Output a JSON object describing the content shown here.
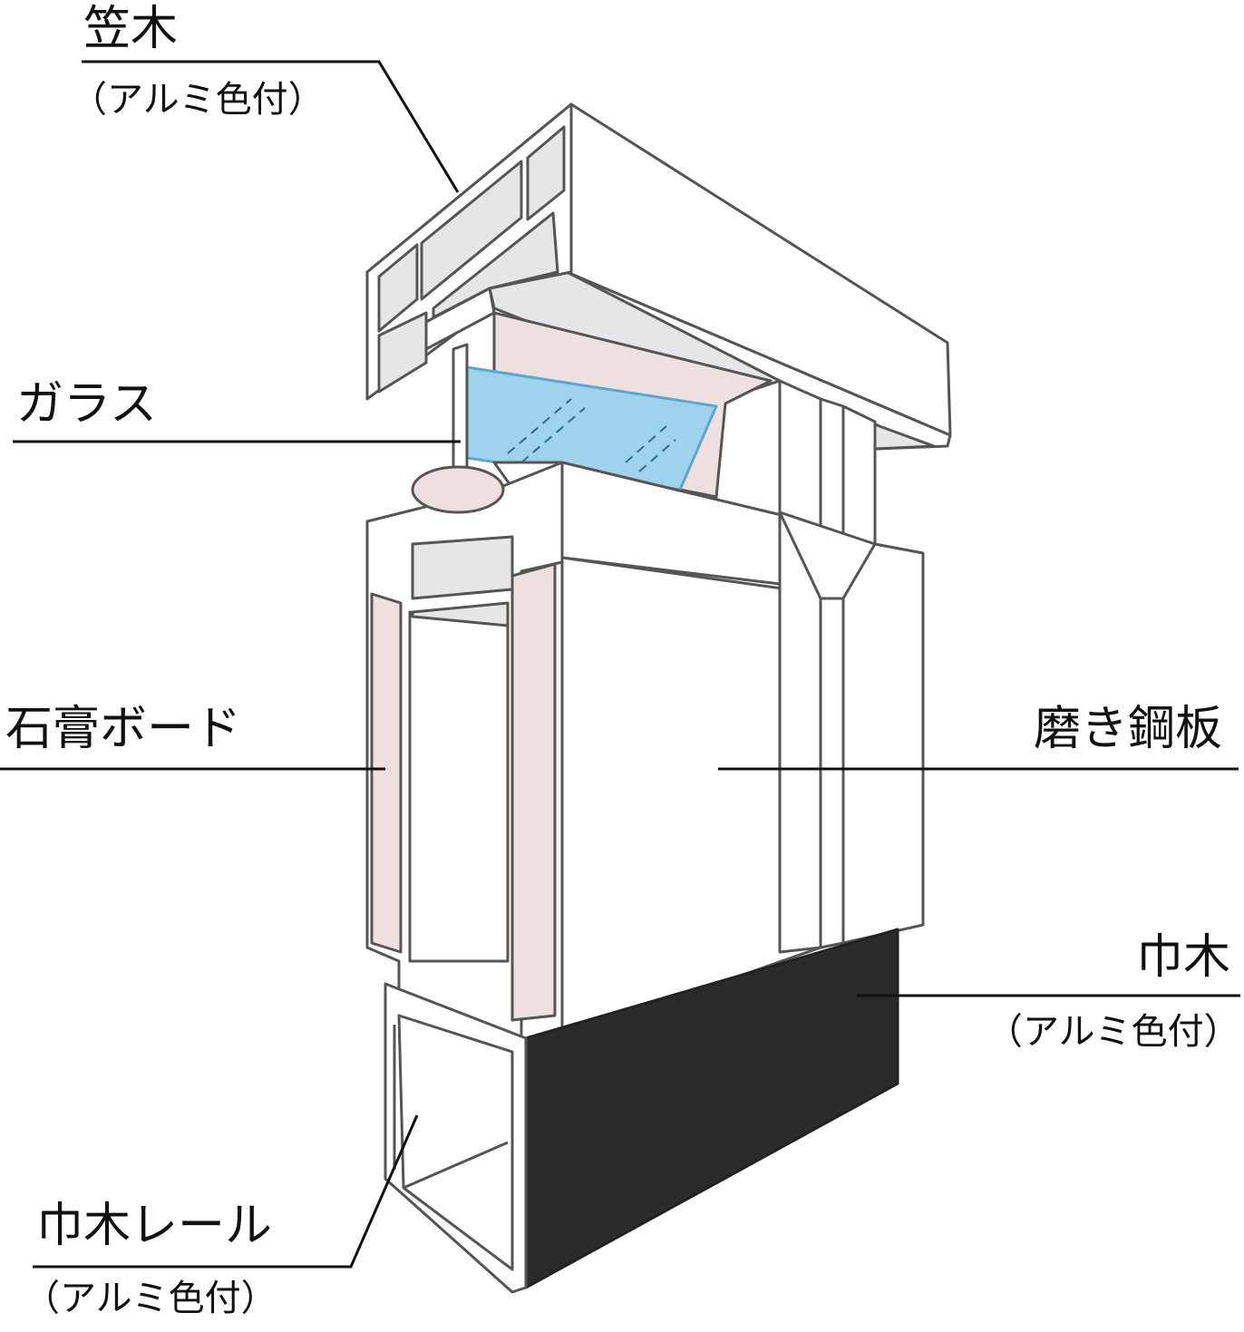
{
  "labels": {
    "kasagi": {
      "main": "笠木",
      "sub": "（アルミ色付）"
    },
    "glass": {
      "main": "ガラス"
    },
    "gypsum": {
      "main": "石膏ボード"
    },
    "steel": {
      "main": "磨き鋼板"
    },
    "habaki": {
      "main": "巾木",
      "sub": "（アルミ色付）"
    },
    "rail": {
      "main": "巾木レール",
      "sub": "（アルミ色付）"
    }
  },
  "colors": {
    "line": "#111111",
    "glass": "#9fd2ec",
    "glass_outline": "#5fa6cc",
    "gypsum": "#efe0e0",
    "aluminum_face": "#ffffff",
    "aluminum_shade": "#e6e6e8",
    "baseboard": "#2b2b2b"
  }
}
